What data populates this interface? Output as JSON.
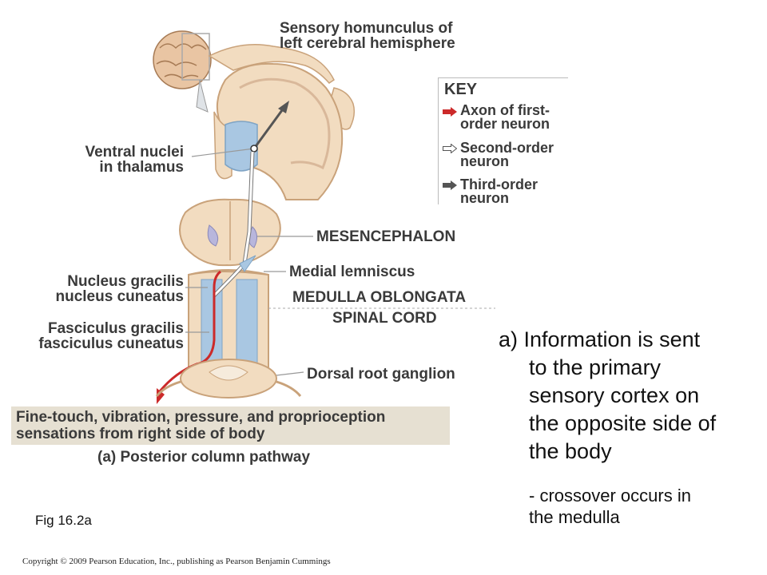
{
  "labels": {
    "homunculus": "Sensory homunculus of\nleft cerebral hemisphere",
    "ventral_nuclei": "Ventral nuclei\nin thalamus",
    "mesencephalon": "MESENCEPHALON",
    "medial_lemniscus": "Medial lemniscus",
    "nucleus_gracilis": "Nucleus gracilis\nnucleus cuneatus",
    "medulla": "MEDULLA OBLONGATA",
    "spinal_cord": "SPINAL CORD",
    "fasciculus": "Fasciculus gracilis\nfasciculus cuneatus",
    "dorsal_root": "Dorsal root ganglion"
  },
  "key": {
    "title": "KEY",
    "items": [
      {
        "label": "Axon of first-\norder neuron",
        "color": "#cc2a2a",
        "style": "filled"
      },
      {
        "label": "Second-order\nneuron",
        "color": "#ffffff",
        "style": "outline"
      },
      {
        "label": "Third-order\nneuron",
        "color": "#555555",
        "style": "filled"
      }
    ]
  },
  "band": "Fine-touch, vibration, pressure, and proprioception\nsensations from right side of body",
  "caption": "(a) Posterior column pathway",
  "fig_label": "Fig 16.2a",
  "bullets": {
    "main": "a) Information is sent",
    "main_cont": "to the primary\nsensory cortex on\nthe opposite side of\nthe body",
    "sub": "- crossover occurs in\nthe medulla"
  },
  "copyright": "Copyright © 2009 Pearson Education, Inc., publishing as Pearson Benjamin Cummings",
  "colors": {
    "tissue": "#f2dcc0",
    "tissue_edge": "#c9a27a",
    "blue": "#a9c7e2",
    "red": "#cc2a2a",
    "band": "#e6e0d2"
  }
}
